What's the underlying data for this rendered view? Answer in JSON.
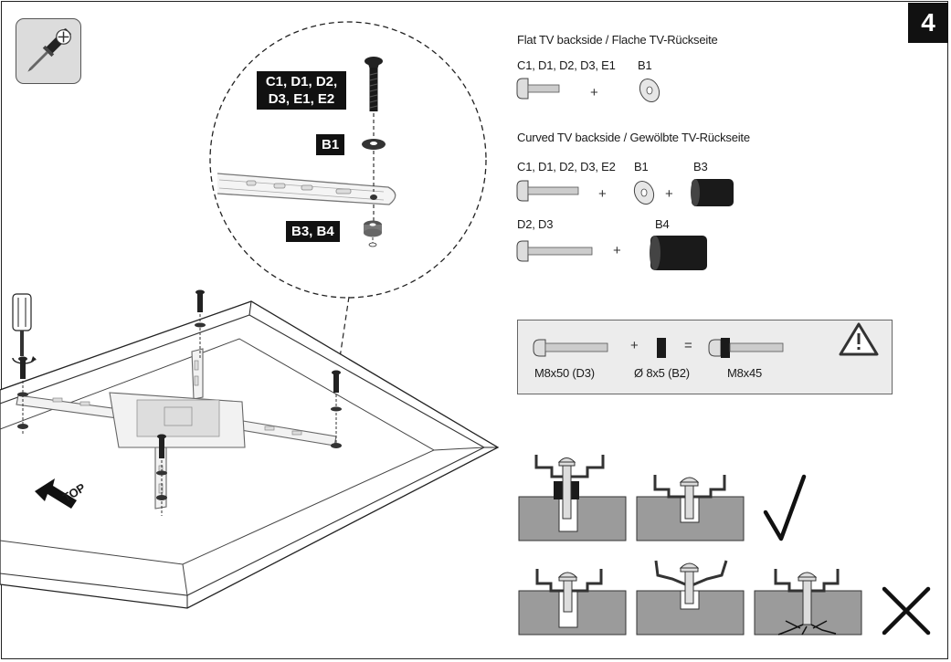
{
  "step_number": "4",
  "tool_icon": "screwdriver-phillips-icon",
  "callouts": {
    "screws": "C1, D1, D2, D3, E1, E2",
    "washer": "B1",
    "spacer": "B3, B4"
  },
  "top_label": "TOP",
  "flat": {
    "heading": "Flat TV backside / Flache TV-Rückseite",
    "screw_label": "C1, D1, D2, D3, E1",
    "washer_label": "B1"
  },
  "curved": {
    "heading": "Curved TV backside / Gewölbte TV-Rückseite",
    "row1_screw_label": "C1, D1, D2, D3, E2",
    "row1_washer_label": "B1",
    "row1_spacer_label": "B3",
    "row2_screw_label": "D2, D3",
    "row2_spacer_label": "B4"
  },
  "warning": {
    "icon": "warning-triangle-icon",
    "screw_label": "M8x50 (D3)",
    "spacer_label": "Ø 8x5 (B2)",
    "result_label": "M8x45",
    "plus": "+",
    "equals": "="
  },
  "plus_sign": "+",
  "result_icons": {
    "correct": "checkmark-icon",
    "wrong": "cross-icon"
  }
}
